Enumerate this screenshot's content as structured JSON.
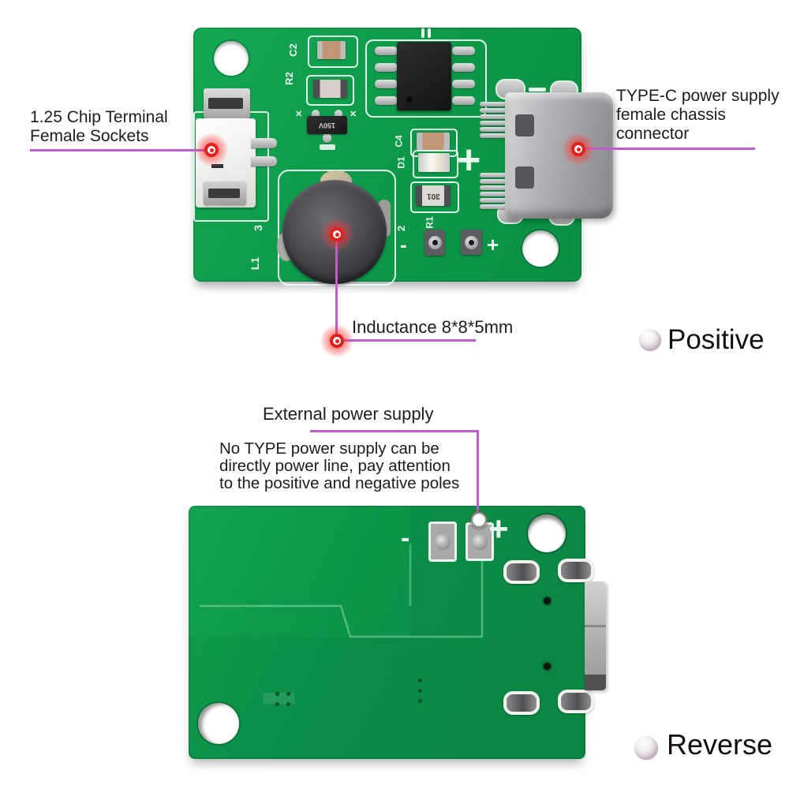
{
  "colors": {
    "background": "#FFFFFF",
    "pcb_green": "#0D9A4A",
    "annotation_line": "#C05CCB",
    "marker_red": "#E3201B",
    "silkscreen_white": "#EAF7EF",
    "text_dark": "#1D1D1D"
  },
  "callouts": {
    "jst": {
      "line1": "1.25 Chip Terminal",
      "line2": "Female Sockets"
    },
    "typec": {
      "line1": "TYPE-C power supply",
      "line2": "female chassis",
      "line3": "connector"
    },
    "inductor": {
      "label": "Inductance 8*8*5mm"
    },
    "external": {
      "title": "External power supply",
      "body1": "No TYPE power supply can be",
      "body2": "directly power line, pay attention",
      "body3": "to the positive and negative poles"
    },
    "front_caption": "Positive",
    "back_caption": "Reverse"
  },
  "front_board": {
    "silkscreen": {
      "c2": "C2",
      "r2": "R2",
      "sot_marking": "150V",
      "c4": "C4",
      "d1": "D1",
      "r_value": "301",
      "r1": "R1",
      "pin2": "2",
      "minus": "-",
      "plus_small": "+",
      "plus_large": "+",
      "pin3": "3",
      "l1": "L1"
    }
  },
  "back_board": {
    "silkscreen": {
      "minus": "-",
      "plus": "+"
    }
  }
}
